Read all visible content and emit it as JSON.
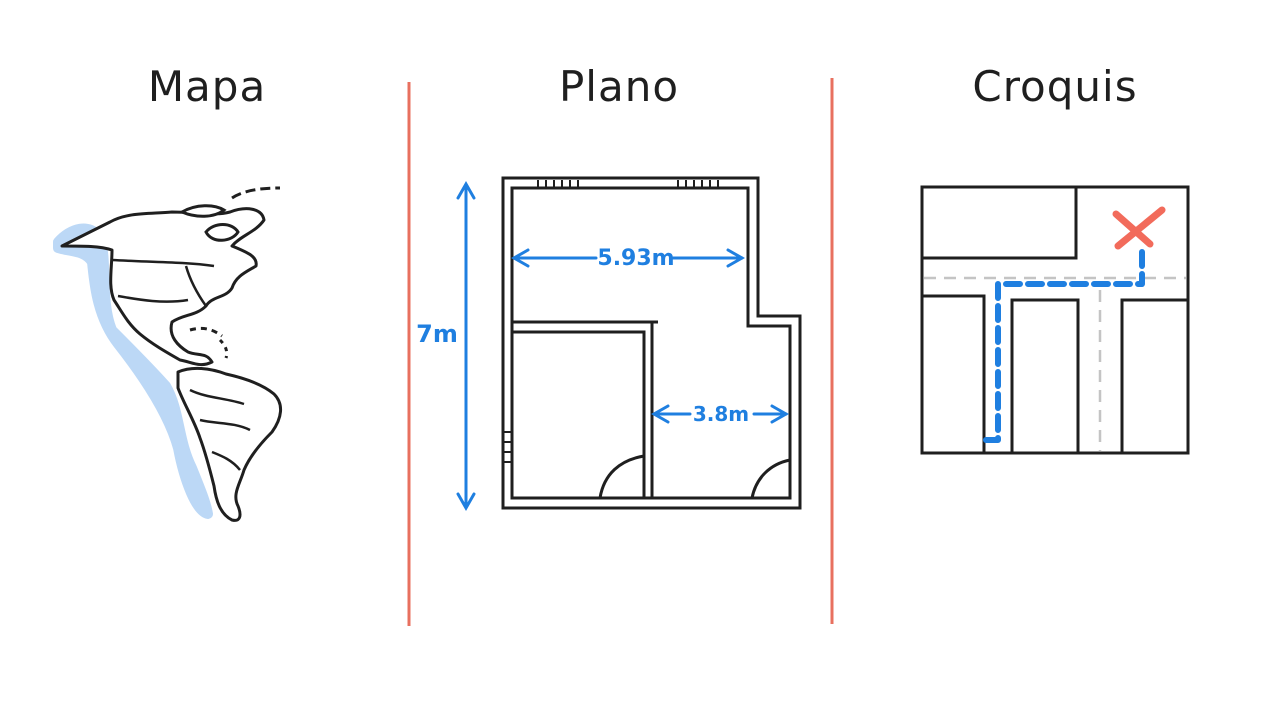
{
  "panels": {
    "map": {
      "title": "Mapa"
    },
    "plan": {
      "title": "Plano",
      "height_label": "7m",
      "width_label": "5.93m",
      "room_label": "3.8m"
    },
    "sketch": {
      "title": "Croquis"
    }
  },
  "colors": {
    "ink": "#1f1f1f",
    "divider": "#e8705f",
    "dimension": "#1f7fe0",
    "coast_highlight": "#bcd8f6",
    "route": "#1f7fe0",
    "destination": "#f26b5b",
    "street_dash": "#c4c4c4"
  },
  "icons": {
    "destination_marker": "x-mark-icon"
  }
}
